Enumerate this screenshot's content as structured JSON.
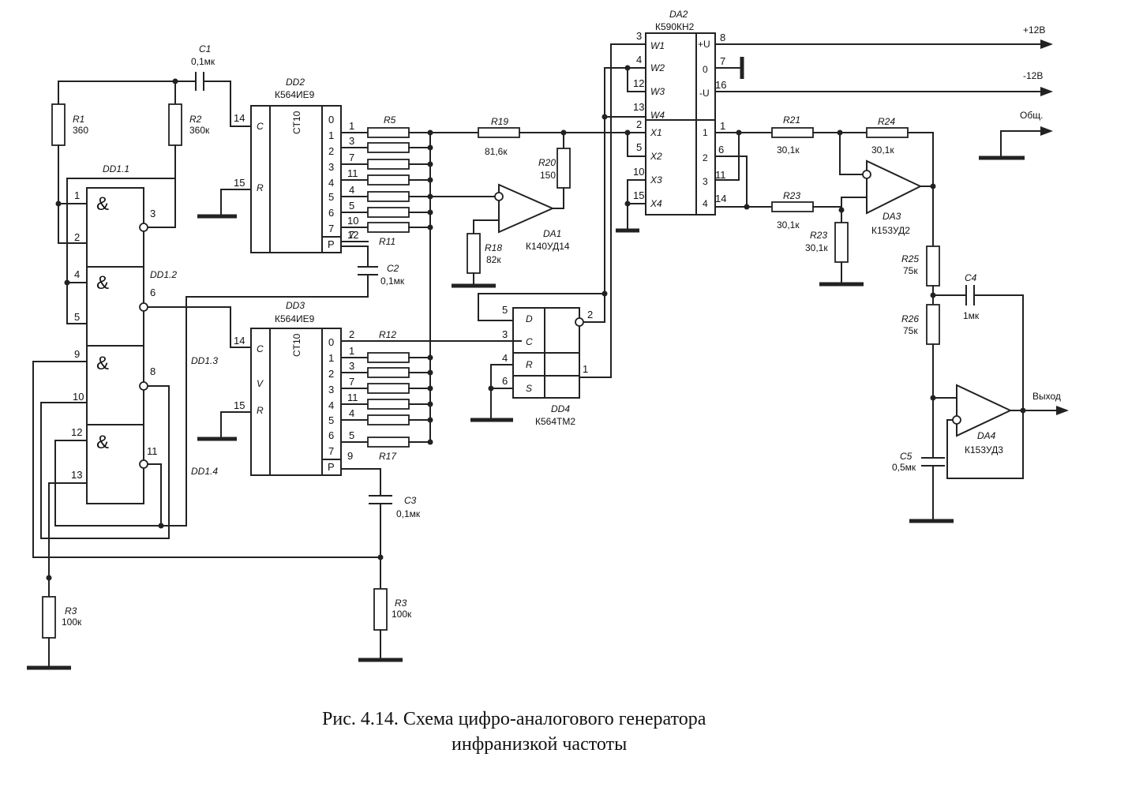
{
  "caption": {
    "line1": "Рис. 4.14. Схема цифро-аналогового генератора",
    "line2": "инфранизкой частоты"
  },
  "rails": {
    "plus": "+12В",
    "minus": "-12В",
    "common": "Общ.",
    "output": "Выход"
  },
  "components": {
    "C1": {
      "name": "C1",
      "value": "0,1мк"
    },
    "C2": {
      "name": "C2",
      "value": "0,1мк"
    },
    "C3": {
      "name": "C3",
      "value": "0,1мк"
    },
    "C4": {
      "name": "C4",
      "value": "1мк"
    },
    "C5": {
      "name": "C5",
      "value": "0,5мк"
    },
    "R1": {
      "name": "R1",
      "value": "360"
    },
    "R2": {
      "name": "R2",
      "value": "360к"
    },
    "R3a": {
      "name": "R3",
      "value": "100к"
    },
    "R3b": {
      "name": "R3",
      "value": "100к"
    },
    "R5": {
      "name": "R5"
    },
    "R11": {
      "name": "R11"
    },
    "R12": {
      "name": "R12"
    },
    "R17": {
      "name": "R17"
    },
    "R18": {
      "name": "R18",
      "value": "82к"
    },
    "R19": {
      "name": "R19",
      "value": "81,6к"
    },
    "R20": {
      "name": "R20",
      "value": "150"
    },
    "R21": {
      "name": "R21",
      "value": "30,1к"
    },
    "R23a": {
      "name": "R23",
      "value": "30,1к"
    },
    "R23b": {
      "name": "R23",
      "value": "30,1к"
    },
    "R24": {
      "name": "R24",
      "value": "30,1к"
    },
    "R25": {
      "name": "R25",
      "value": "75к"
    },
    "R26": {
      "name": "R26",
      "value": "75к"
    }
  },
  "chips": {
    "DD1_1": "DD1.1",
    "DD1_2": "DD1.2",
    "DD1_3": "DD1.3",
    "DD1_4": "DD1.4",
    "and_symbol": "&",
    "DD2": {
      "name": "DD2",
      "type": "К564ИЕ9",
      "core": "CT10"
    },
    "DD3": {
      "name": "DD3",
      "type": "К564ИЕ9",
      "core": "CT10"
    },
    "DD4": {
      "name": "DD4",
      "type": "К564ТМ2"
    },
    "DA1": {
      "name": "DA1",
      "type": "К140УД14"
    },
    "DA2": {
      "name": "DA2",
      "type": "К590КН2"
    },
    "DA3": {
      "name": "DA3",
      "type": "К153УД2"
    },
    "DA4": {
      "name": "DA4",
      "type": "К153УД3"
    }
  }
}
